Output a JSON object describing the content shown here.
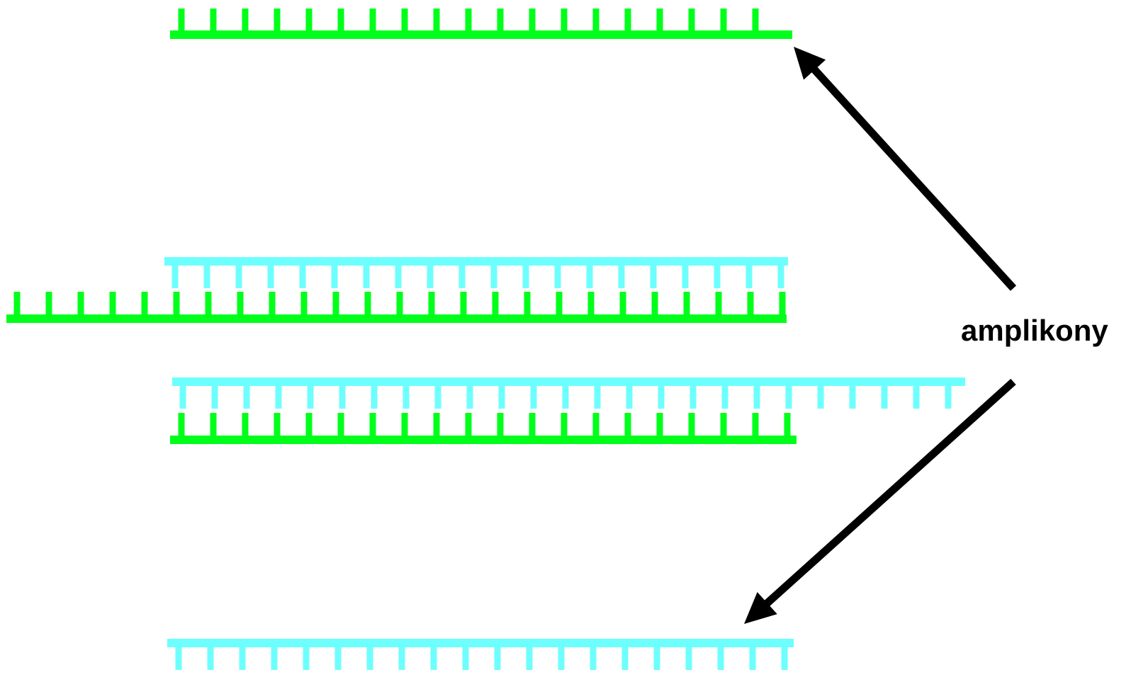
{
  "label": {
    "text": "amplikony"
  },
  "colors": {
    "strand_green": "#00ff1a",
    "strand_cyan": "#6dfffe",
    "arrow": "#000000",
    "background": "#ffffff"
  },
  "strands": [
    {
      "id": "strand-top-green-single",
      "color": "green",
      "teeth": "up"
    },
    {
      "id": "strand-upper-cyan",
      "color": "cyan",
      "teeth": "down"
    },
    {
      "id": "strand-upper-green-long",
      "color": "green",
      "teeth": "up"
    },
    {
      "id": "strand-lower-cyan-long",
      "color": "cyan",
      "teeth": "down"
    },
    {
      "id": "strand-lower-green",
      "color": "green",
      "teeth": "up"
    },
    {
      "id": "strand-bottom-cyan-single",
      "color": "cyan",
      "teeth": "down"
    }
  ],
  "arrows": [
    {
      "id": "arrow-to-top-amplicon",
      "direction": "up-left"
    },
    {
      "id": "arrow-to-bottom-amplicon",
      "direction": "down-left"
    }
  ]
}
